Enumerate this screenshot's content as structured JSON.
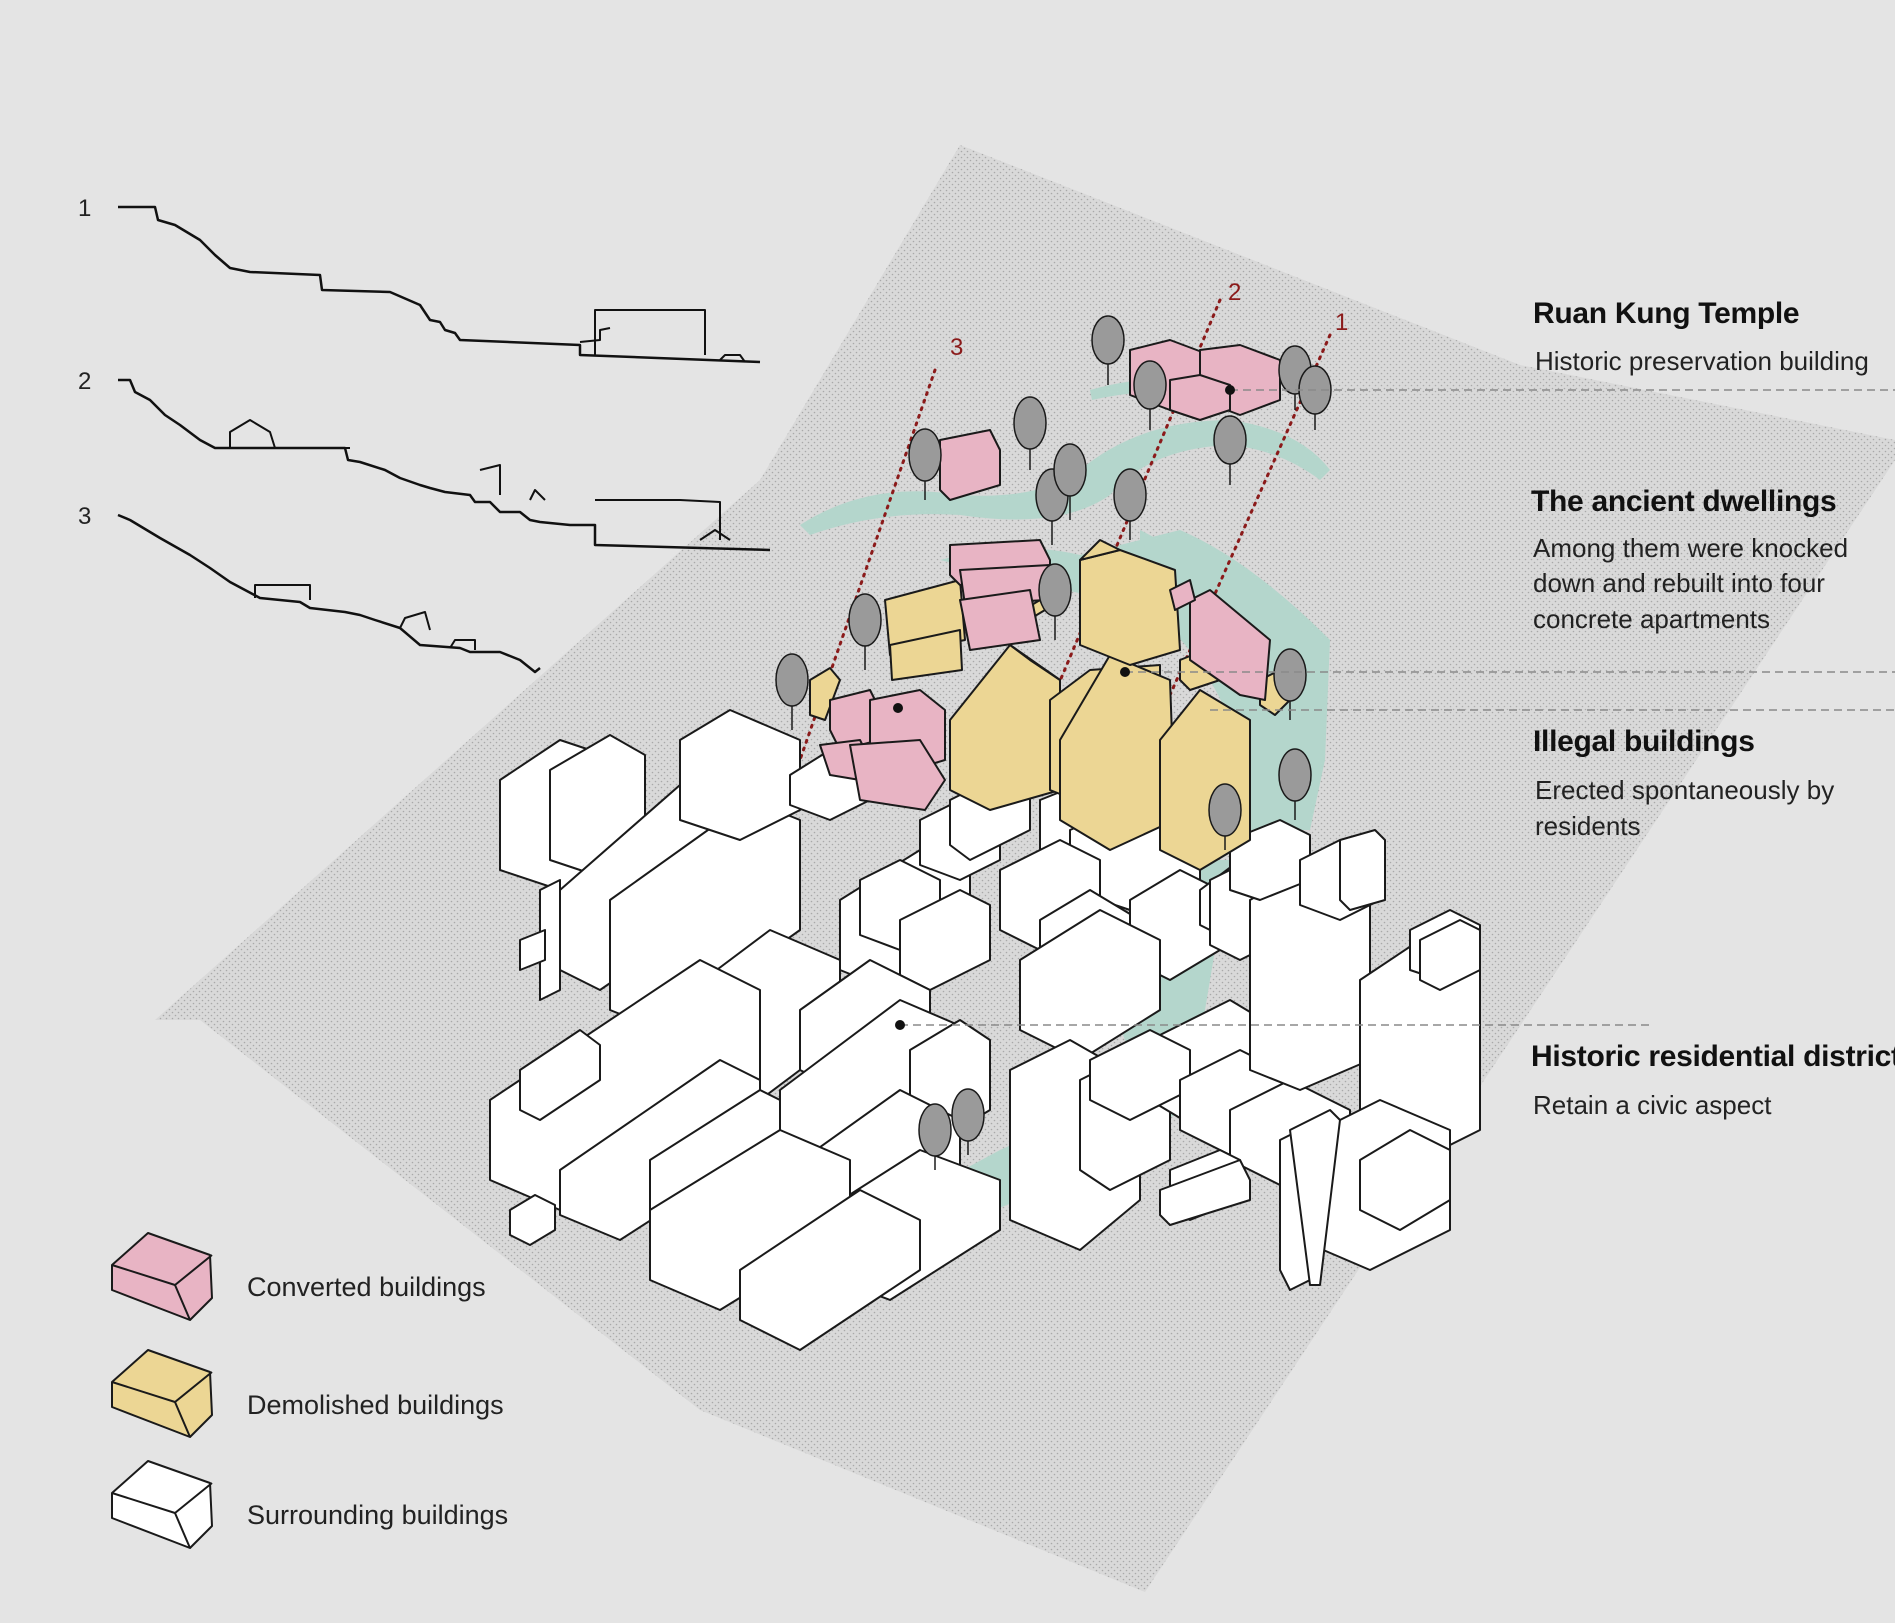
{
  "sections": [
    {
      "number": "1",
      "map_label": "1"
    },
    {
      "number": "2",
      "map_label": "2"
    },
    {
      "number": "3",
      "map_label": "3"
    }
  ],
  "annotations": [
    {
      "title": "Ruan Kung Temple",
      "lines": [
        "Historic preservation building"
      ]
    },
    {
      "title": "The ancient dwellings",
      "lines": [
        "Among them were knocked",
        "down and rebuilt into four",
        "concrete apartments"
      ]
    },
    {
      "title": "Illegal buildings",
      "lines": [
        "Erected spontaneously by",
        "residents"
      ]
    },
    {
      "title": "Historic residential districts",
      "lines": [
        "Retain a civic aspect"
      ]
    }
  ],
  "legend": [
    {
      "label": "Converted buildings",
      "color": "#e8b4c4"
    },
    {
      "label": "Demolished  buildings",
      "color": "#ecd694"
    },
    {
      "label": "Surrounding  buildings",
      "color": "#ffffff"
    }
  ],
  "colors": {
    "background": "#e4e4e4",
    "ground": "#d8d8d8",
    "green_space": "#b4d6cc",
    "tree": "#9a9a9a",
    "section_line": "#8b1a1a",
    "converted": "#e8b4c4",
    "demolished": "#ecd694",
    "surrounding": "#ffffff"
  }
}
